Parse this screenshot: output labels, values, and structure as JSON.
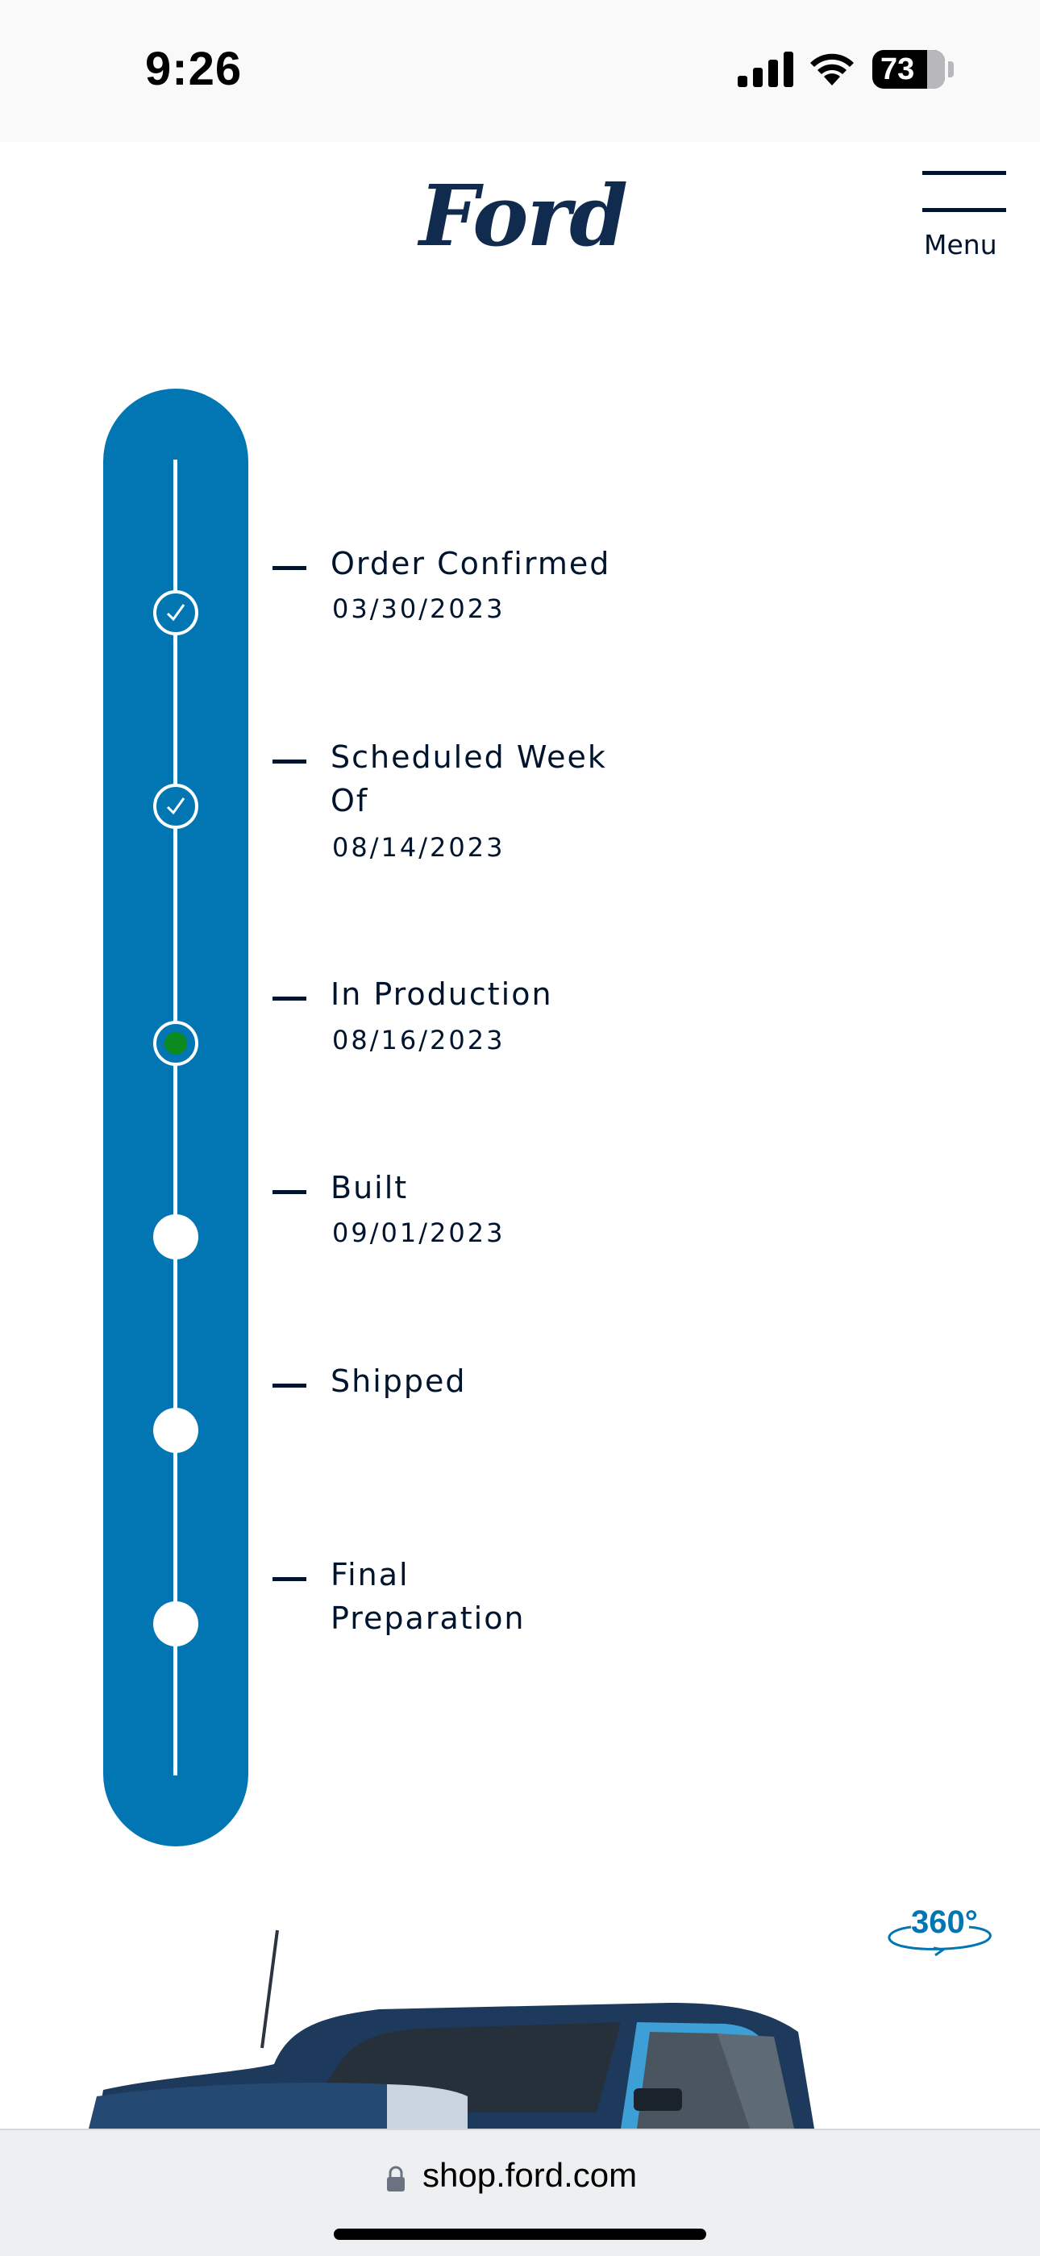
{
  "status_bar": {
    "time": "9:26",
    "battery": "73"
  },
  "header": {
    "logo_text": "Ford",
    "menu_label": "Menu"
  },
  "tracker": {
    "steps": [
      {
        "label": "Order Confirmed",
        "date": "03/30/2023",
        "status": "done"
      },
      {
        "label": "Scheduled Week Of",
        "date": "08/14/2023",
        "status": "done"
      },
      {
        "label": "In Production",
        "date": "08/16/2023",
        "status": "current"
      },
      {
        "label": "Built",
        "date": "09/01/2023",
        "status": "pending"
      },
      {
        "label": "Shipped",
        "date": "",
        "status": "pending"
      },
      {
        "label": "Final Preparation",
        "date": "",
        "status": "pending"
      }
    ]
  },
  "viewer": {
    "badge": "360°"
  },
  "browser": {
    "url": "shop.ford.com"
  },
  "colors": {
    "accent": "#0276b3",
    "text": "#00142e",
    "current_dot": "#0c8a1f"
  }
}
